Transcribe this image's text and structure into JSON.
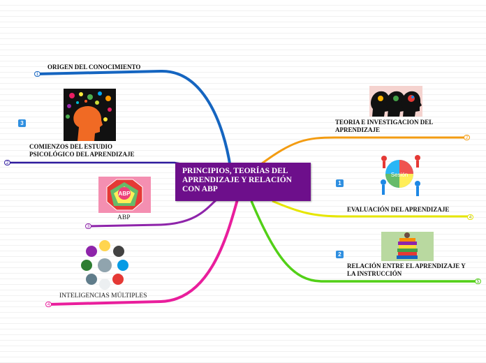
{
  "central_topic": "PRINCIPIOS, TEORÍAS DEL APRENDIZAJE Y RELACIÓN CON ABP",
  "branches": [
    {
      "id": "origen",
      "label": "ORIGEN DEL CONOCIMIENTO",
      "order": "1",
      "color": "#1565c0"
    },
    {
      "id": "comienzos",
      "label": "COMIENZOS DEL ESTUDIO PSICOLÓGICO DEL APRENDIZAJE",
      "order": "2",
      "priority": "3",
      "color": "#2e1a9e"
    },
    {
      "id": "abp",
      "label": "ABP",
      "order": "3",
      "color": "#8e24aa"
    },
    {
      "id": "inteligencias",
      "label": "INTELIGENCIAS MÚLTIPLES",
      "order": "4",
      "color": "#e91e9c"
    },
    {
      "id": "teoria",
      "label": "TEORIA E INVESTIGACION DEL APRENDIZAJE",
      "order": "2",
      "color": "#f39c12"
    },
    {
      "id": "evaluacion",
      "label": "EVALUACIÓN DEL APRENDIZAJE",
      "order": "4",
      "priority": "1",
      "color": "#e6e600"
    },
    {
      "id": "relacion",
      "label": "RELACIÓN ENTRE EL APRENDIZAJE Y LA INSTRUCCIÓN",
      "order": "5",
      "priority": "2",
      "color": "#52d017"
    }
  ],
  "images": {
    "head_icons": "head-with-icons",
    "abp_octagon": "ABP",
    "multiple_intelligences": "intelligence-icons-circle",
    "three_heads": "three-heads",
    "puzzle_people": "puzzle-people",
    "books_stack": "books-stack"
  },
  "puzzle_text": "Sesión"
}
